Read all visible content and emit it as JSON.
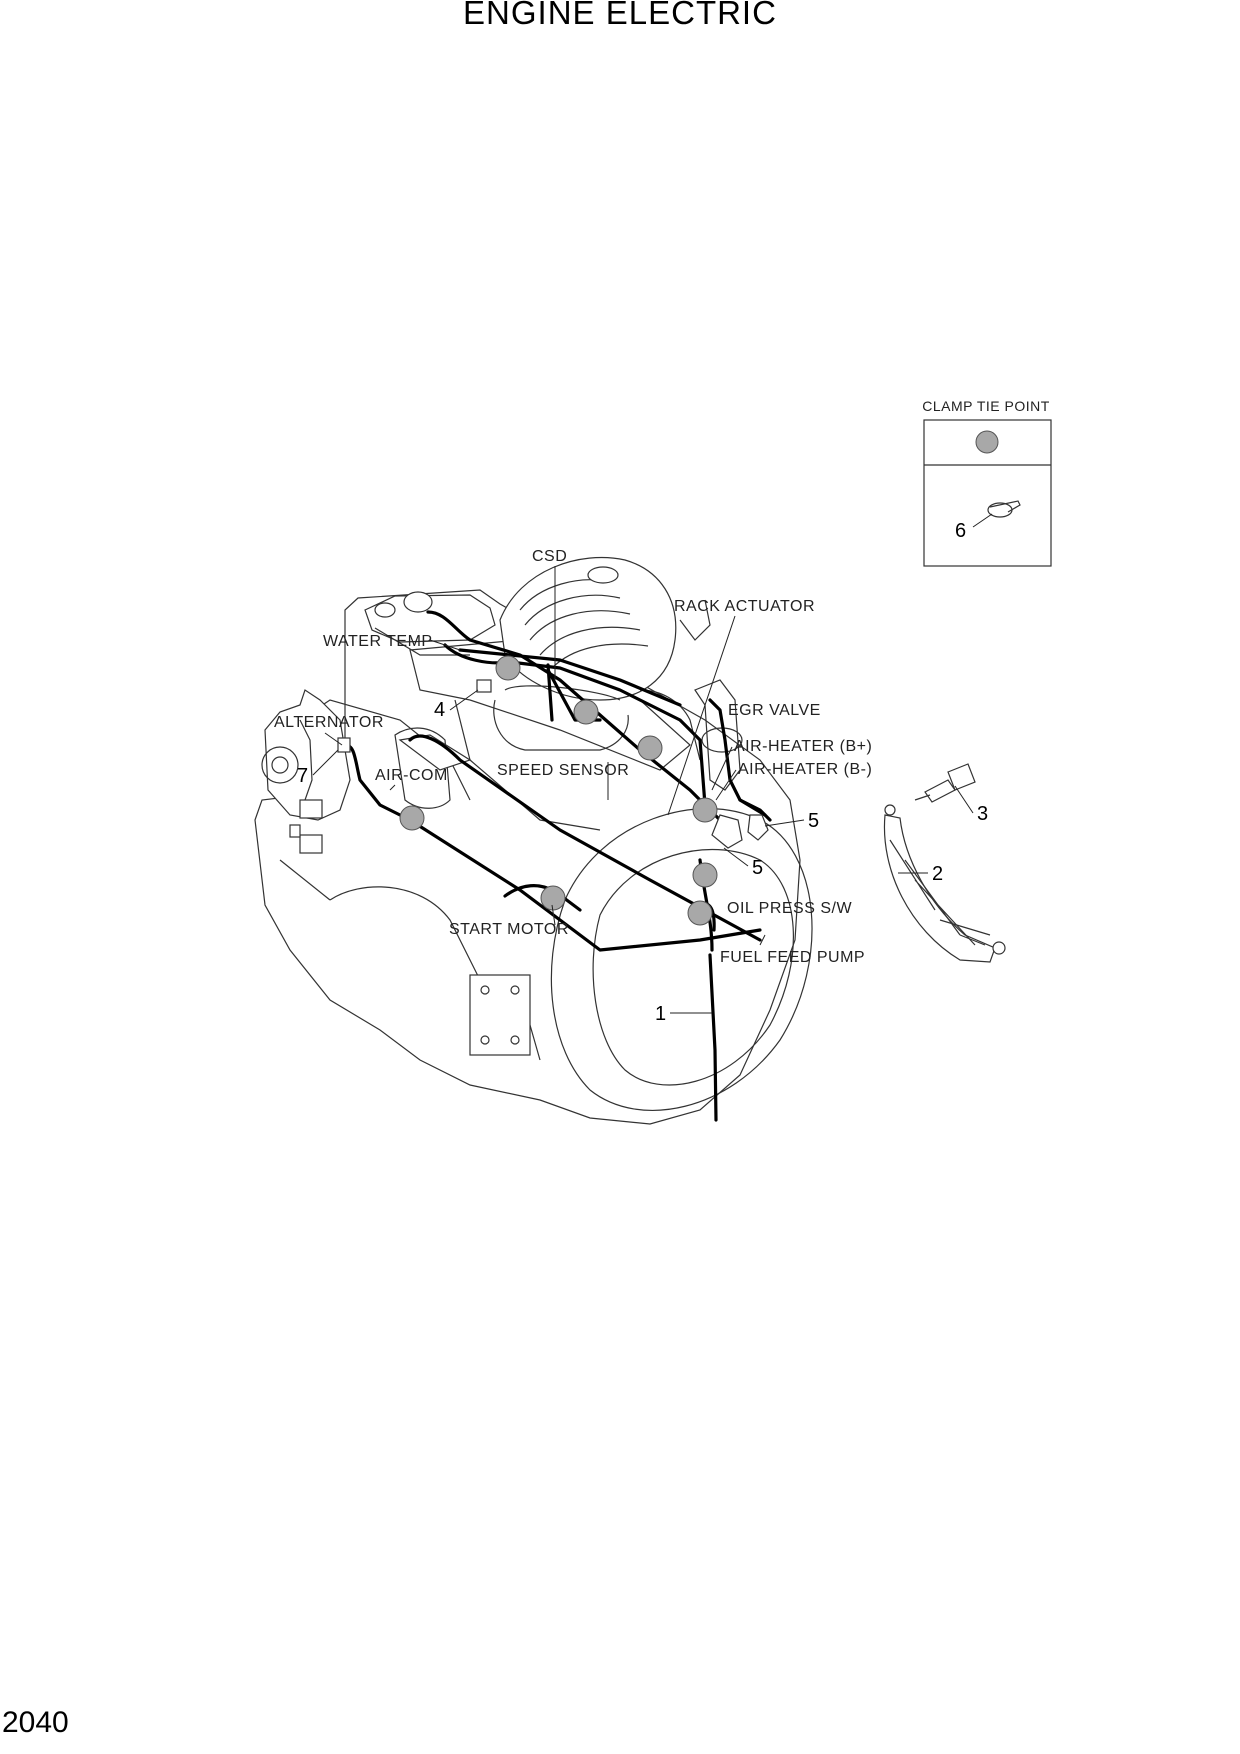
{
  "title": "ENGINE ELECTRIC",
  "page_number": "2040",
  "legend": {
    "heading": "CLAMP TIE POINT",
    "item_number": "6"
  },
  "component_labels": {
    "csd": "CSD",
    "rack_actuator": "RACK ACTUATOR",
    "water_temp": "WATER TEMP",
    "egr_valve": "EGR VALVE",
    "alternator": "ALTERNATOR",
    "air_heater_pos": "AIR-HEATER (B+)",
    "air_heater_neg": "AIR-HEATER (B-)",
    "air_com": "AIR-COM",
    "speed_sensor": "SPEED SENSOR",
    "oil_press_sw": "OIL PRESS S/W",
    "start_motor": "START MOTOR",
    "fuel_feed_pump": "FUEL FEED PUMP"
  },
  "part_callouts": [
    "1",
    "2",
    "3",
    "4",
    "5",
    "5",
    "7"
  ],
  "colors": {
    "clamp_fill": "#a8a8a8",
    "wire": "#000000",
    "outline": "#333333"
  }
}
